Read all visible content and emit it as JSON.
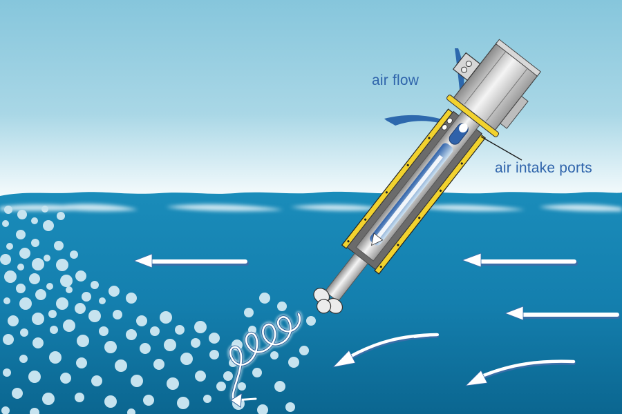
{
  "diagram": {
    "subject": "aspirating aerator in water",
    "labels": {
      "air_flow": "air flow",
      "air_intake_ports": "air intake ports"
    },
    "colors": {
      "sky_top": "#86c6dc",
      "sky_horizon": "#ffffff",
      "water_surface": "#1a8ab8",
      "water_deep": "#0d6f98",
      "bubble": "#c6e3ef",
      "label_text": "#2f64ab",
      "air_flow_arrow": "#2d68ad",
      "housing_yellow": "#f2d22e",
      "metal": "#c8c8c8",
      "flow_arrow": "#ffffff"
    },
    "elements": {
      "motor": "electric motor",
      "shaft_housing": "hollow shaft with yellow guard",
      "propeller": "propeller",
      "bubble_plume": "air bubble plume",
      "water_current_arrows": 6
    }
  }
}
